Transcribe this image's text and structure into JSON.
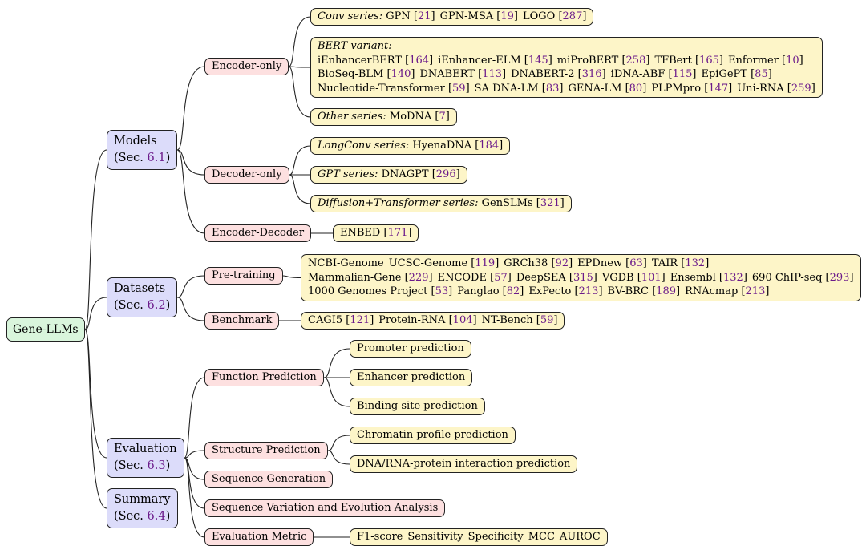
{
  "root": "Gene-LLMs",
  "models": {
    "title": "Models",
    "sec_prefix": "(Sec. ",
    "sec_ref": "6.1",
    "sec_suffix": ")",
    "encoder_only": "Encoder-only",
    "decoder_only": "Decoder-only",
    "encoder_decoder": "Encoder-Decoder",
    "conv": {
      "label": "Conv series:",
      "items": [
        {
          "name": "GPN",
          "ref": "21"
        },
        {
          "name": "GPN-MSA",
          "ref": "19"
        },
        {
          "name": "LOGO",
          "ref": "287"
        }
      ]
    },
    "bert": {
      "label": "BERT variant:",
      "lines": [
        [
          {
            "name": "iEnhancerBERT",
            "ref": "164"
          },
          {
            "name": "iEnhancer-ELM",
            "ref": "145"
          },
          {
            "name": "miProBERT",
            "ref": "258"
          },
          {
            "name": "TFBert",
            "ref": "165"
          },
          {
            "name": "Enformer",
            "ref": "10"
          }
        ],
        [
          {
            "name": "BioSeq-BLM",
            "ref": "140"
          },
          {
            "name": "DNABERT",
            "ref": "113"
          },
          {
            "name": "DNABERT-2",
            "ref": "316"
          },
          {
            "name": "iDNA-ABF",
            "ref": "115"
          },
          {
            "name": "EpiGePT",
            "ref": "85"
          }
        ],
        [
          {
            "name": "Nucleotide-Transformer",
            "ref": "59"
          },
          {
            "name": "SA DNA-LM",
            "ref": "83"
          },
          {
            "name": "GENA-LM",
            "ref": "80"
          },
          {
            "name": "PLPMpro",
            "ref": "147"
          },
          {
            "name": "Uni-RNA",
            "ref": "259"
          }
        ]
      ]
    },
    "other": {
      "label": "Other series:",
      "items": [
        {
          "name": "MoDNA",
          "ref": "7"
        }
      ]
    },
    "longconv": {
      "label": "LongConv series:",
      "items": [
        {
          "name": "HyenaDNA",
          "ref": "184"
        }
      ]
    },
    "gpt": {
      "label": "GPT series:",
      "items": [
        {
          "name": "DNAGPT",
          "ref": "296"
        }
      ]
    },
    "diffusion": {
      "label": "Diffusion+Transformer series:",
      "items": [
        {
          "name": "GenSLMs",
          "ref": "321"
        }
      ]
    },
    "enbed": {
      "items": [
        {
          "name": "ENBED",
          "ref": "171"
        }
      ]
    }
  },
  "datasets": {
    "title": "Datasets",
    "sec_prefix": "(Sec. ",
    "sec_ref": "6.2",
    "sec_suffix": ")",
    "pretraining": "Pre-training",
    "benchmark": "Benchmark",
    "pretraining_lines": [
      [
        {
          "name": "NCBI-Genome",
          "ref": ""
        },
        {
          "name": "UCSC-Genome",
          "ref": "119"
        },
        {
          "name": "GRCh38",
          "ref": "92"
        },
        {
          "name": "EPDnew",
          "ref": "63"
        },
        {
          "name": "TAIR",
          "ref": "132"
        }
      ],
      [
        {
          "name": "Mammalian-Gene",
          "ref": "229"
        },
        {
          "name": "ENCODE",
          "ref": "57"
        },
        {
          "name": "DeepSEA",
          "ref": "315"
        },
        {
          "name": "VGDB",
          "ref": "101"
        },
        {
          "name": "Ensembl",
          "ref": "132"
        },
        {
          "name": "690 ChIP-seq",
          "ref": "293"
        }
      ],
      [
        {
          "name": "1000 Genomes Project",
          "ref": "53"
        },
        {
          "name": "Panglao",
          "ref": "82"
        },
        {
          "name": "ExPecto",
          "ref": "213"
        },
        {
          "name": "BV-BRC",
          "ref": "189"
        },
        {
          "name": "RNAcmap",
          "ref": "213"
        }
      ]
    ],
    "benchmark_items": [
      {
        "name": "CAGI5",
        "ref": "121"
      },
      {
        "name": "Protein-RNA",
        "ref": "104"
      },
      {
        "name": "NT-Bench",
        "ref": "59"
      }
    ]
  },
  "evaluation": {
    "title": "Evaluation",
    "sec_prefix": "(Sec. ",
    "sec_ref": "6.3",
    "sec_suffix": ")",
    "function_prediction": "Function Prediction",
    "promoter": "Promoter prediction",
    "enhancer": "Enhancer prediction",
    "binding": "Binding site prediction",
    "structure_prediction": "Structure Prediction",
    "chromatin": "Chromatin profile prediction",
    "dna_rna": "DNA/RNA-protein interaction prediction",
    "sequence_generation": "Sequence Generation",
    "variation": "Sequence Variation and Evolution Analysis",
    "metric": "Evaluation Metric",
    "metrics": [
      "F1-score",
      "Sensitivity",
      "Specificity",
      "MCC",
      "AUROC"
    ]
  },
  "summary": {
    "title": "Summary",
    "sec_prefix": "(Sec. ",
    "sec_ref": "6.4",
    "sec_suffix": ")"
  }
}
